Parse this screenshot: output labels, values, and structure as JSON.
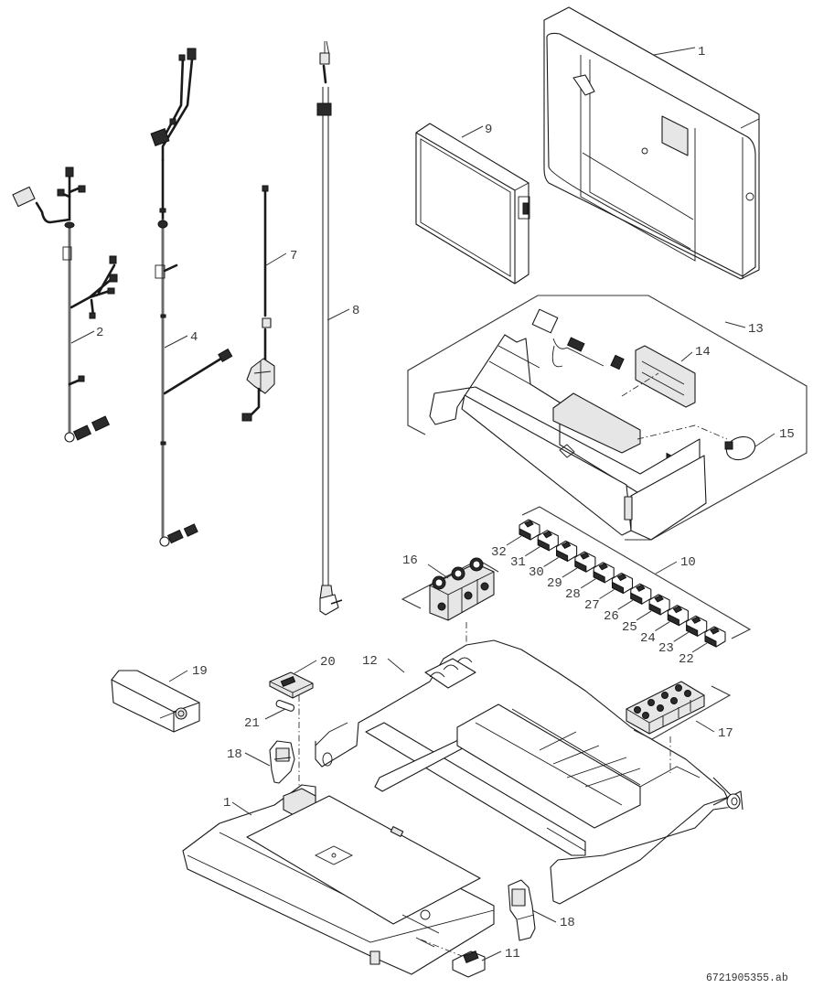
{
  "diagram": {
    "type": "exploded-parts-view",
    "document_number": "6721905355.ab",
    "callouts": [
      {
        "id": "c1-top",
        "label": "1",
        "part": "front casing / cover"
      },
      {
        "id": "c9",
        "label": "9",
        "part": "control display module"
      },
      {
        "id": "c2",
        "label": "2",
        "part": "wiring harness"
      },
      {
        "id": "c4",
        "label": "4",
        "part": "wiring harness"
      },
      {
        "id": "c7",
        "label": "7",
        "part": "cable with connector"
      },
      {
        "id": "c8",
        "label": "8",
        "part": "mains power cable with plug"
      },
      {
        "id": "c13",
        "label": "13",
        "part": "control unit assembly"
      },
      {
        "id": "c14",
        "label": "14",
        "part": "cover plate"
      },
      {
        "id": "c15",
        "label": "15",
        "part": "rotary knob"
      },
      {
        "id": "c10",
        "label": "10",
        "part": "connector set"
      },
      {
        "id": "c32",
        "label": "32",
        "part": "connector"
      },
      {
        "id": "c31",
        "label": "31",
        "part": "connector"
      },
      {
        "id": "c30",
        "label": "30",
        "part": "connector"
      },
      {
        "id": "c29",
        "label": "29",
        "part": "connector"
      },
      {
        "id": "c28",
        "label": "28",
        "part": "connector"
      },
      {
        "id": "c27",
        "label": "27",
        "part": "connector"
      },
      {
        "id": "c26",
        "label": "26",
        "part": "connector"
      },
      {
        "id": "c25",
        "label": "25",
        "part": "connector"
      },
      {
        "id": "c24",
        "label": "24",
        "part": "connector"
      },
      {
        "id": "c23",
        "label": "23",
        "part": "connector"
      },
      {
        "id": "c22",
        "label": "22",
        "part": "connector"
      },
      {
        "id": "c16",
        "label": "16",
        "part": "terminal block (3-pole)"
      },
      {
        "id": "c12",
        "label": "12",
        "part": "base frame / tray"
      },
      {
        "id": "c17",
        "label": "17",
        "part": "grommet strip"
      },
      {
        "id": "c19",
        "label": "19",
        "part": "cover cap"
      },
      {
        "id": "c20",
        "label": "20",
        "part": "fuse holder cover"
      },
      {
        "id": "c21",
        "label": "21",
        "part": "fuse"
      },
      {
        "id": "c18-left",
        "label": "18",
        "part": "clip / latch"
      },
      {
        "id": "c1-bottom",
        "label": "1",
        "part": "front casing (lower)"
      },
      {
        "id": "c18-right",
        "label": "18",
        "part": "clip / latch"
      },
      {
        "id": "c11",
        "label": "11",
        "part": "small connector / switch"
      }
    ]
  }
}
